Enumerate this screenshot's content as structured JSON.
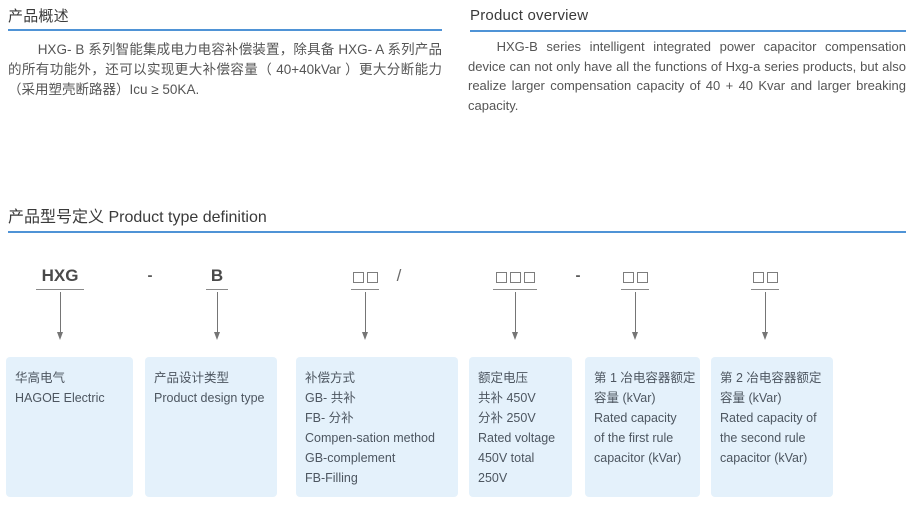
{
  "colors": {
    "accent_line": "#4f93d6",
    "box_bg": "#e4f1fb",
    "heading_text": "#3a3a3a",
    "body_text": "#555555",
    "diagram_gray": "#757575"
  },
  "overview_cn": {
    "title": "产品概述",
    "body": "HXG- B 系列智能集成电力电容补偿装置，除具备 HXG- A 系列产品的所有功能外，还可以实现更大补偿容量（ 40+40kVar ）更大分断能力（采用塑壳断路器）Icu ≥ 50KA."
  },
  "overview_en": {
    "title": "Product overview",
    "body": "HXG-B series intelligent integrated power capacitor compensation device can not only have all the functions of Hxg-a series products, but also realize larger compensation capacity of 40 + 40 Kvar and larger breaking capacity."
  },
  "type_definition": {
    "title": "产品型号定义 Product type definition",
    "code": "HXG - B □□ / □□□ - □□ □□",
    "segments": [
      {
        "label": "HXG"
      },
      {
        "label": "-"
      },
      {
        "label": "B"
      },
      {
        "label": "□□"
      },
      {
        "label": "/"
      },
      {
        "label": "□□□"
      },
      {
        "label": "-"
      },
      {
        "label": "□□"
      },
      {
        "label": "□□"
      }
    ],
    "boxes": [
      {
        "id": "brand",
        "lines": [
          "华高电气",
          "HAGOE Electric"
        ]
      },
      {
        "id": "design-type",
        "lines": [
          "产品设计类型",
          "Product design type"
        ]
      },
      {
        "id": "compensation-method",
        "lines": [
          "补偿方式",
          "GB- 共补",
          "FB- 分补",
          "Compen-sation method",
          "GB-complement",
          "FB-Filling"
        ]
      },
      {
        "id": "rated-voltage",
        "lines": [
          "额定电压",
          "共补 450V",
          "分补 250V",
          "Rated voltage",
          "450V total",
          "250V"
        ]
      },
      {
        "id": "first-capacitor-capacity",
        "lines": [
          "第 1 冶电容器额定",
          "容量 (kVar)",
          "Rated capacity",
          "of the first rule",
          "capacitor (kVar)"
        ]
      },
      {
        "id": "second-capacitor-capacity",
        "lines": [
          "第 2 冶电容器额定",
          "容量 (kVar)",
          "Rated capacity of",
          "the second rule",
          "capacitor (kVar)"
        ]
      }
    ]
  }
}
